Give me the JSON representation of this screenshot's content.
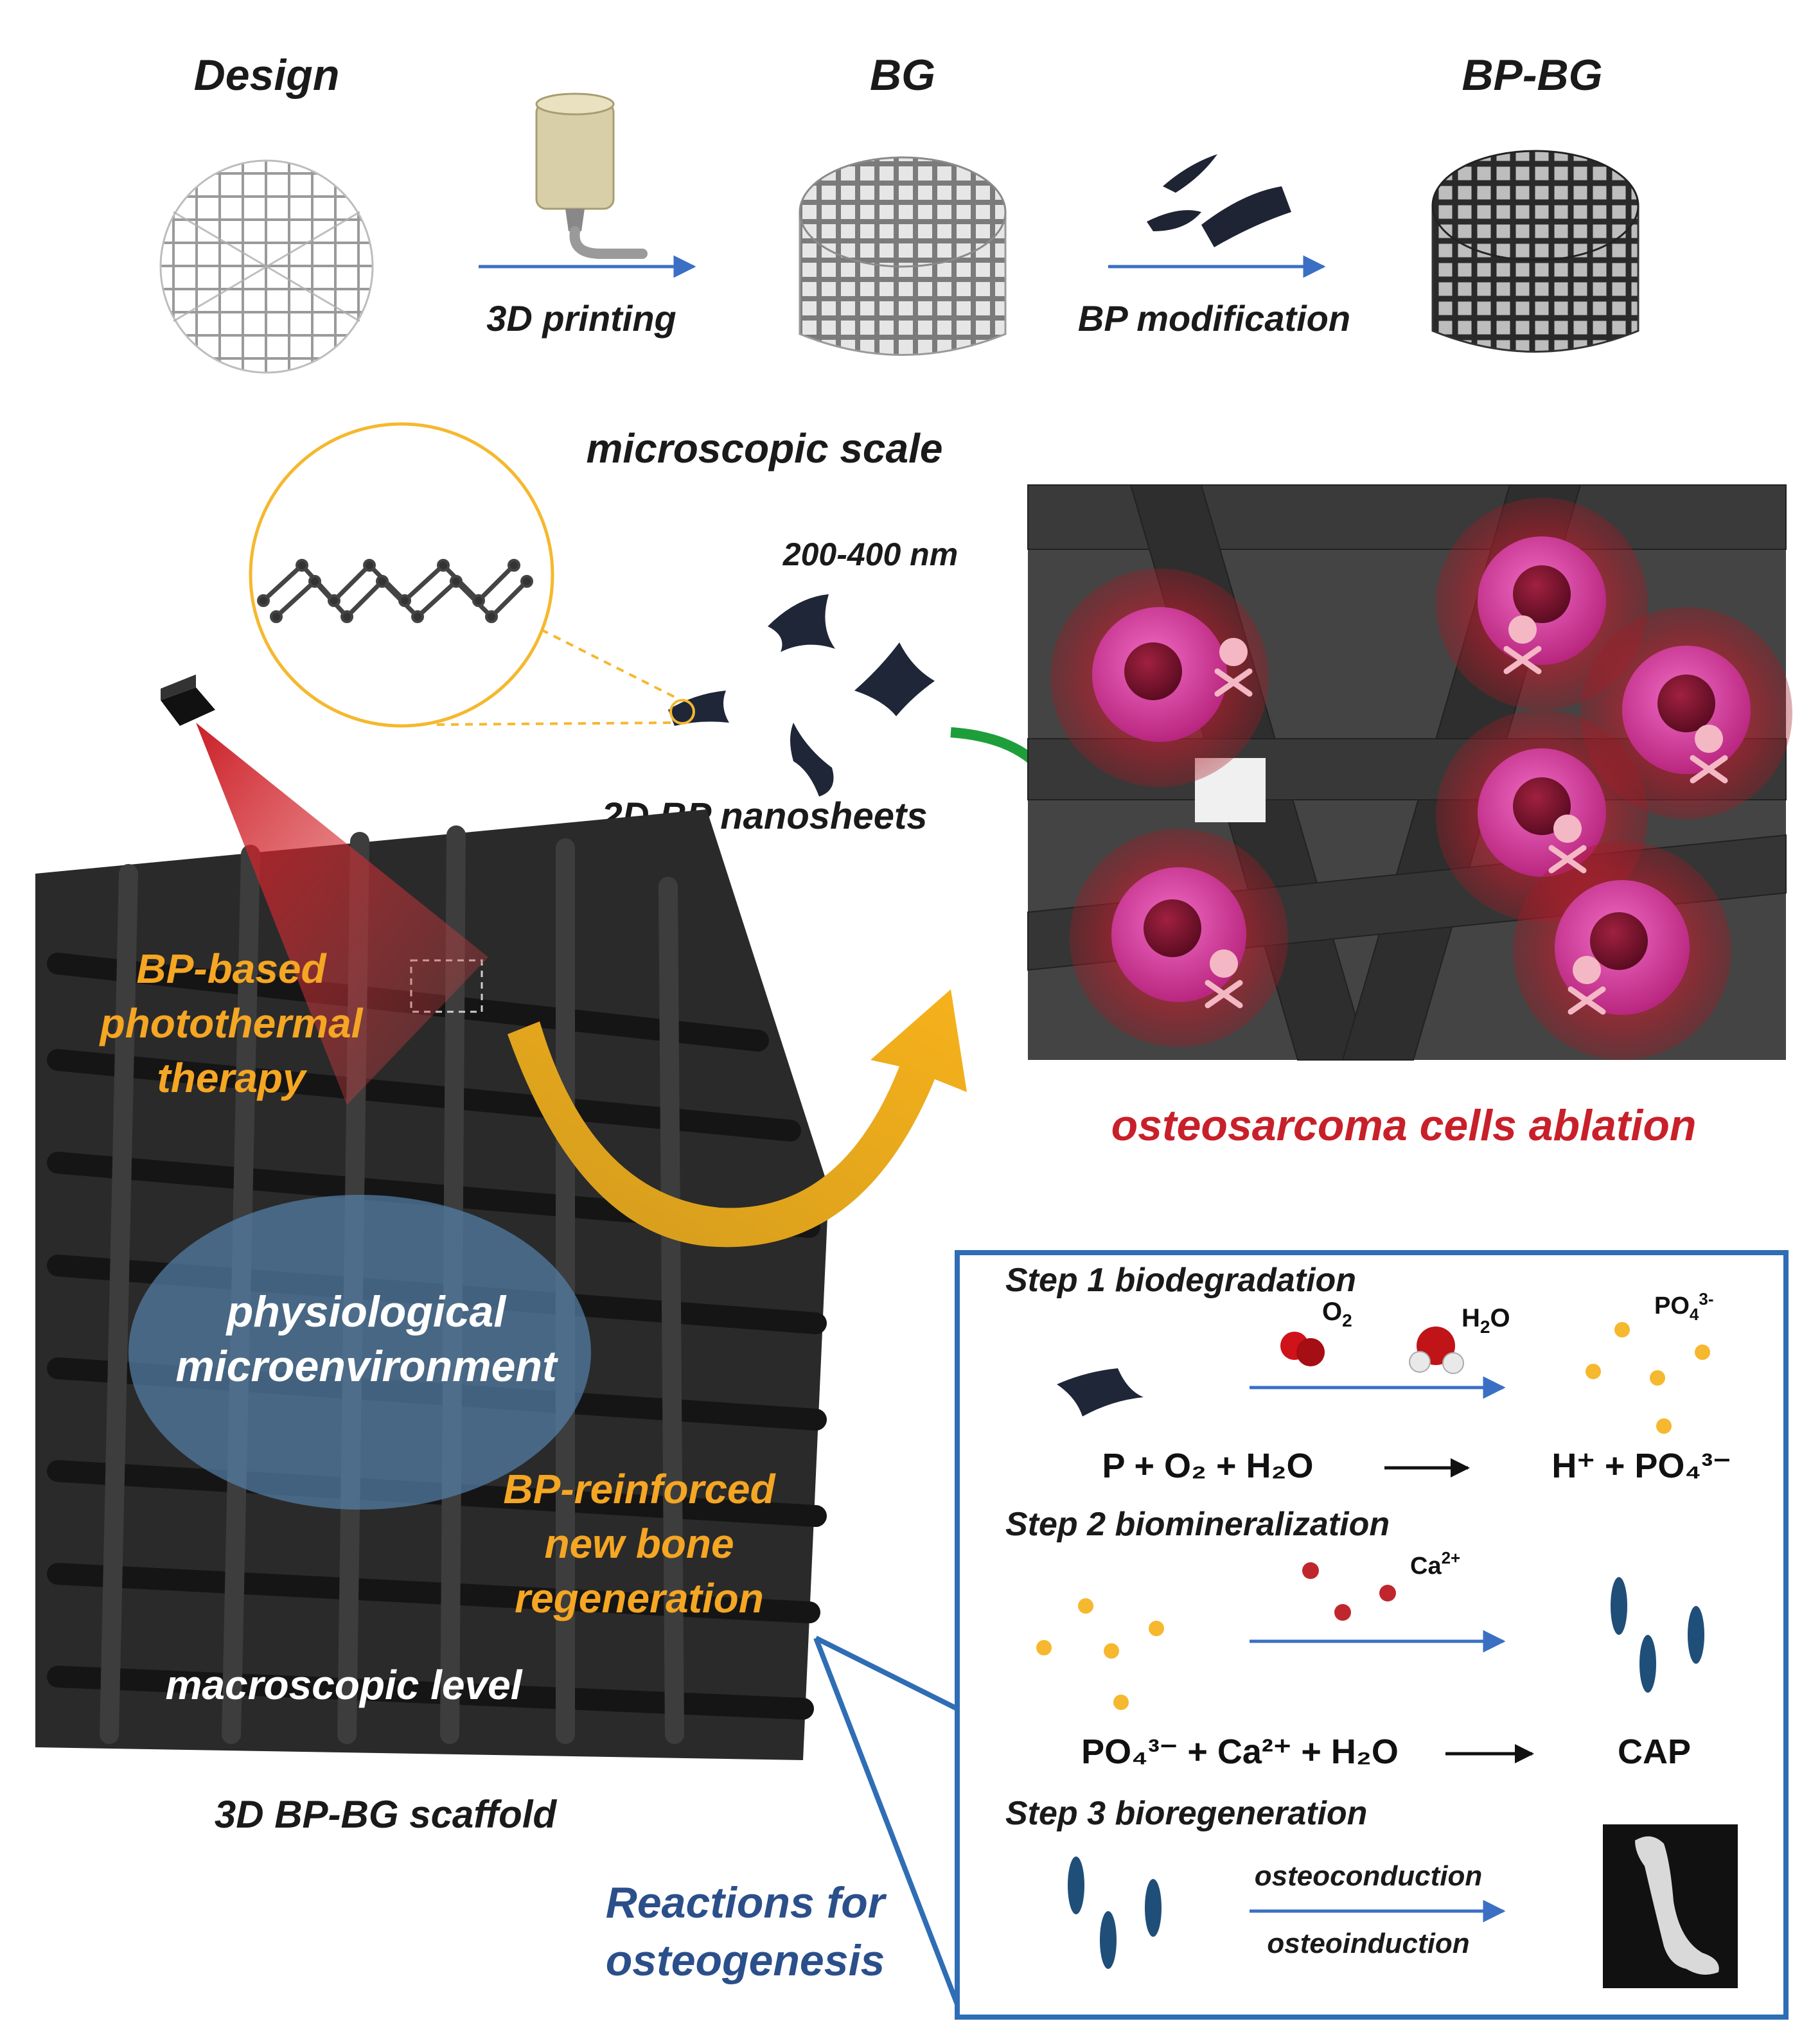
{
  "header": {
    "design": "Design",
    "bg": "BG",
    "bpbg": "BP-BG",
    "printing": "3D printing",
    "modification": "BP modification"
  },
  "micro": {
    "scale": "microscopic scale",
    "size": "200-400 nm",
    "nanosheets": "2D BP nanosheets"
  },
  "macro": {
    "ptt_line1": "BP-based",
    "ptt_line2": "photothermal",
    "ptt_line3": "therapy",
    "env_line1": "physiological",
    "env_line2": "microenvironment",
    "regen_line1": "BP-reinforced",
    "regen_line2": "new bone",
    "regen_line3": "regeneration",
    "level": "macroscopic level",
    "scaffold": "3D BP-BG scaffold"
  },
  "ablation": "osteosarcoma cells ablation",
  "reactions": {
    "title_line1": "Reactions for",
    "title_line2": "osteogenesis",
    "step1": "Step 1 biodegradation",
    "step2": "Step 2 biomineralization",
    "step3": "Step 3 bioregeneration",
    "o2": "O",
    "o2_sub": "2",
    "h2o_h": "H",
    "h2o_sub": "2",
    "h2o_o": "O",
    "po4": "PO",
    "po4_sub": "4",
    "po4_sup": "3-",
    "ca": "Ca",
    "ca_sup": "2+",
    "eq1_left": "P + O₂ + H₂O",
    "eq1_right": "H⁺ + PO₄³⁻",
    "eq2_left": "PO₄³⁻ + Ca²⁺ + H₂O",
    "eq2_right": "CAP",
    "osteoconduction": "osteoconduction",
    "osteoinduction": "osteoinduction"
  },
  "colors": {
    "orange_label": "#F5A623",
    "red_label": "#C8202A",
    "blue_label": "#2B4F8A",
    "box_border": "#2F6DB5",
    "arrow_blue": "#3A6FC4",
    "ion_yellow": "#F5B82E",
    "ion_red": "#C0272D",
    "cap_blue": "#1F4E79"
  }
}
